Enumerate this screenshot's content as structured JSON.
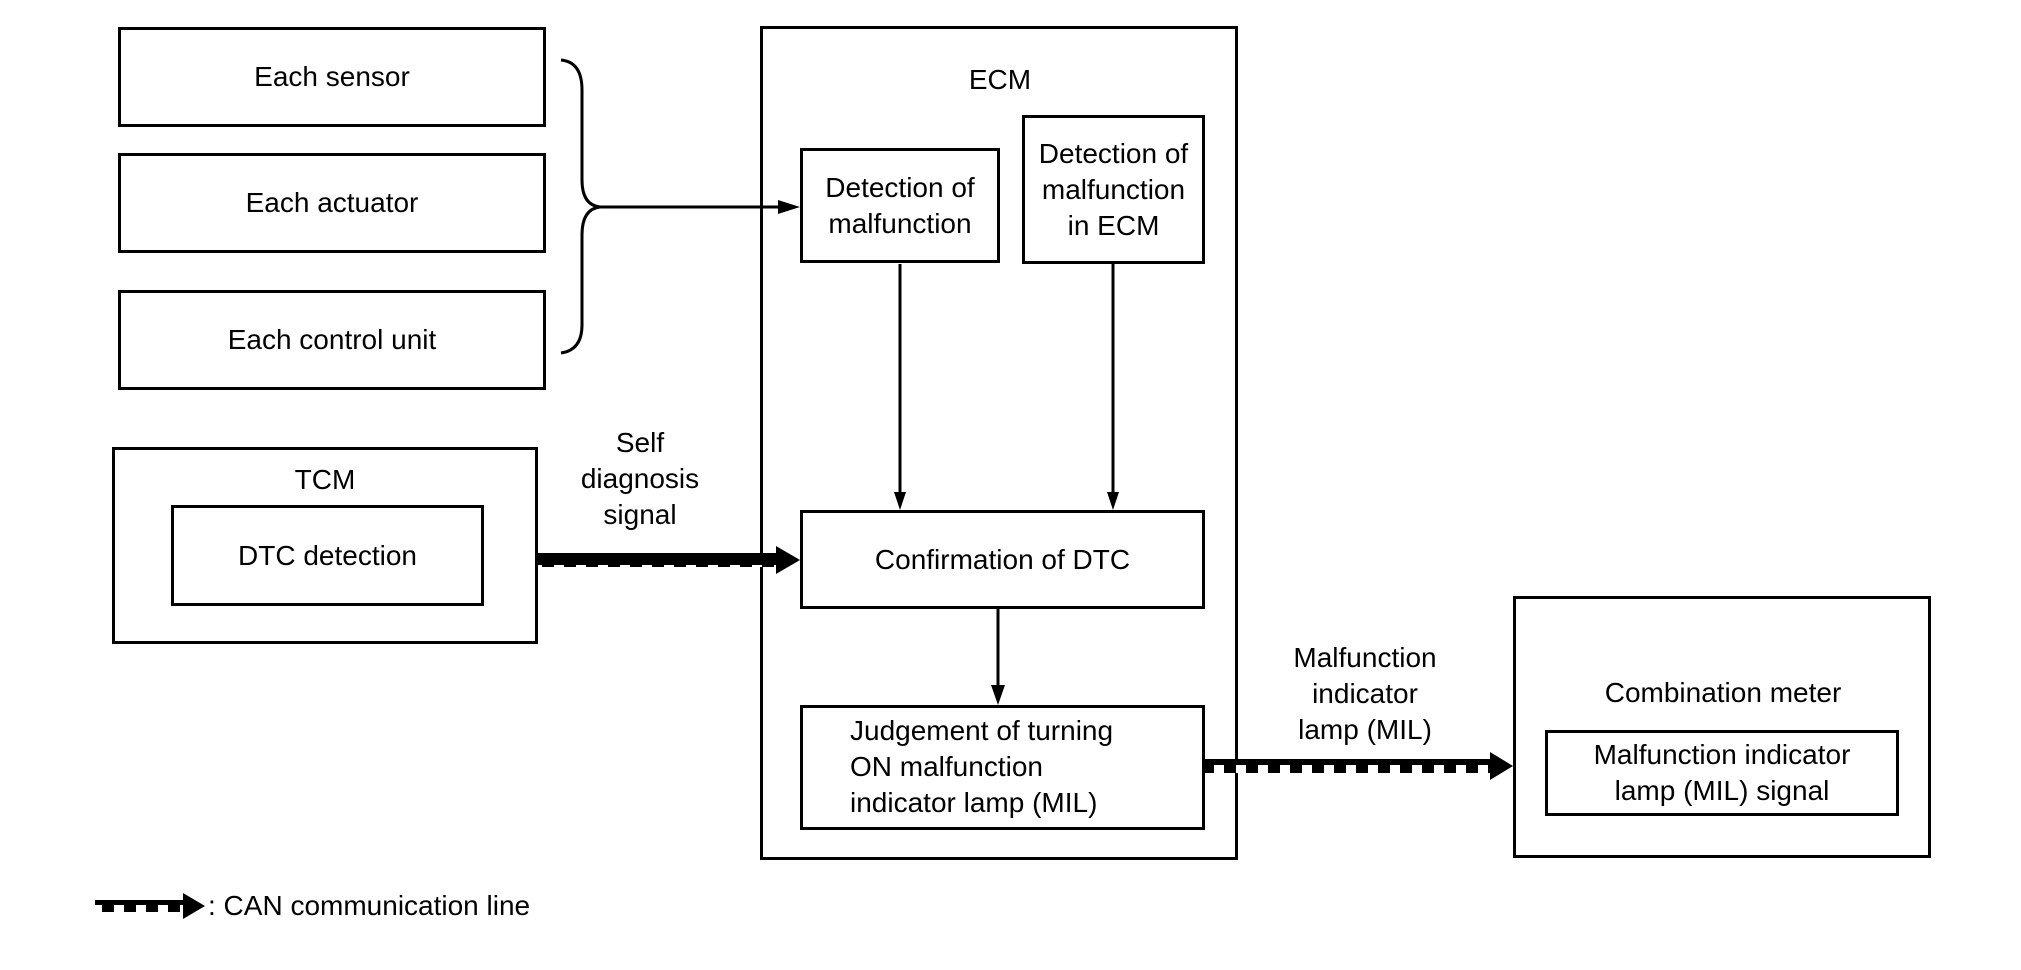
{
  "diagram": {
    "inputs": {
      "sensor": "Each sensor",
      "actuator": "Each actuator",
      "control_unit": "Each control unit"
    },
    "ecm": {
      "title": "ECM",
      "detection_malfunction": "Detection of\nmalfunction",
      "detection_in_ecm": "Detection of\nmalfunction\nin ECM",
      "confirmation": "Confirmation of DTC",
      "judgement": "Judgement of turning\nON malfunction\nindicator lamp (MIL)"
    },
    "tcm": {
      "title": "TCM",
      "dtc_detection": "DTC detection"
    },
    "signals": {
      "self_diagnosis": "Self\ndiagnosis\nsignal",
      "mil": "Malfunction\nindicator\nlamp (MIL)"
    },
    "combination_meter": {
      "title": "Combination meter",
      "mil_signal": "Malfunction indicator\nlamp (MIL) signal"
    },
    "legend": {
      "text": ": CAN communication line"
    },
    "colors": {
      "line": "#000000",
      "background": "#ffffff"
    }
  }
}
